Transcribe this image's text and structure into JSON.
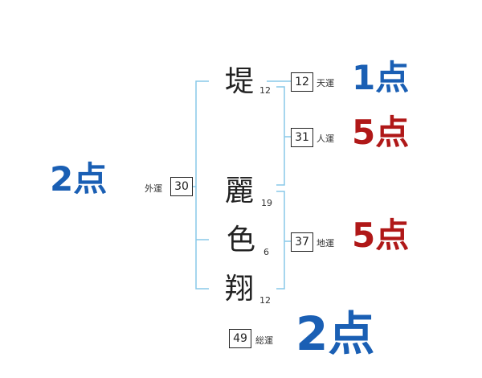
{
  "name_chars": {
    "surname": {
      "char": "堤",
      "strokes": "12"
    },
    "given1": {
      "char": "麗",
      "strokes": "19"
    },
    "given2": {
      "char": "色",
      "strokes": "6"
    },
    "given3": {
      "char": "翔",
      "strokes": "12"
    }
  },
  "fortunes": {
    "tenkaku": {
      "value": "12",
      "label": "天運",
      "score": "1点"
    },
    "jinkaku": {
      "value": "31",
      "label": "人運",
      "score": "5点"
    },
    "chikaku": {
      "value": "37",
      "label": "地運",
      "score": "5点"
    },
    "gaikaku": {
      "value": "30",
      "label": "外運",
      "score": "2点"
    },
    "soukaku": {
      "value": "49",
      "label": "総運",
      "score": "2点"
    }
  },
  "colors": {
    "bracket": "#88c8e8",
    "blue_score": "#1a5fb4",
    "red_score": "#b01818"
  }
}
